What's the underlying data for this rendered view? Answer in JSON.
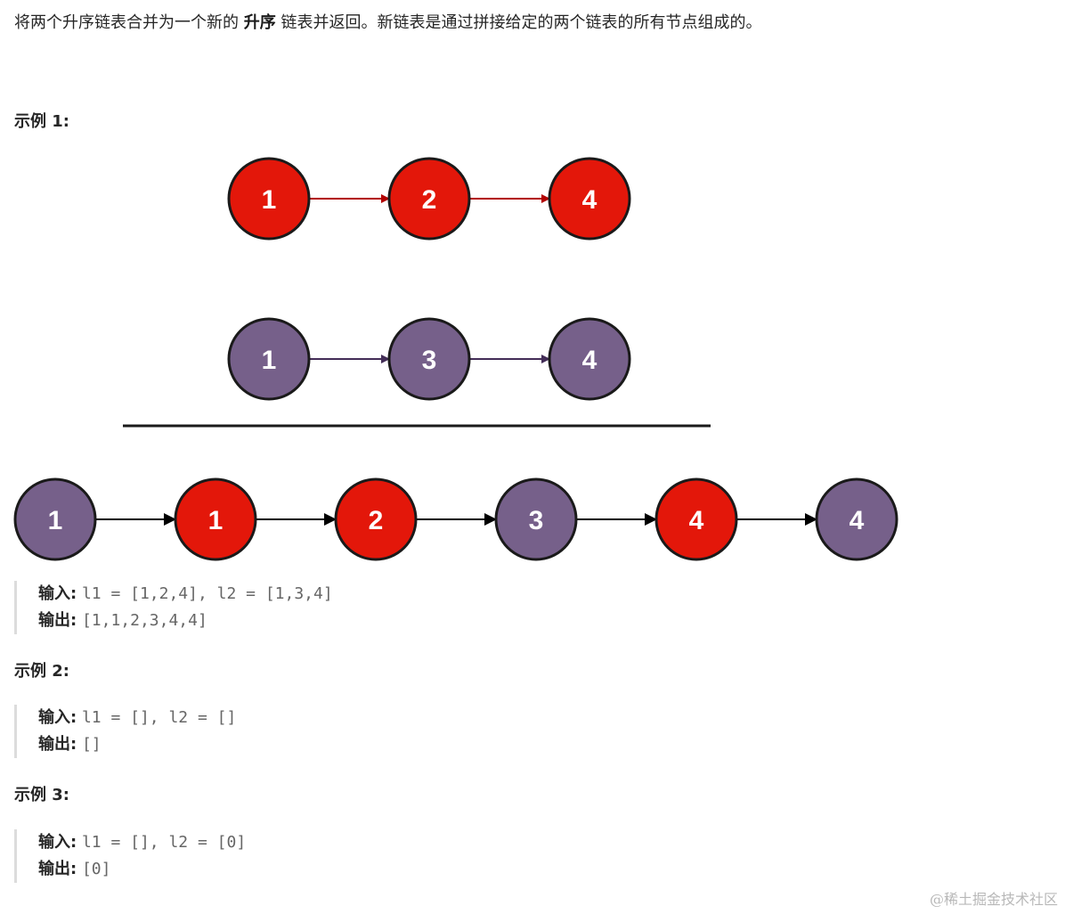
{
  "intro": {
    "text_before": "将两个升序链表合并为一个新的",
    "emphasis": "升序",
    "text_after": "链表并返回。新链表是通过拼接给定的两个链表的所有节点组成的。"
  },
  "examples": [
    {
      "title": "示例 1:",
      "input_label": "输入:",
      "input_value": "l1 = [1,2,4], l2 = [1,3,4]",
      "output_label": "输出:",
      "output_value": "[1,1,2,3,4,4]"
    },
    {
      "title": "示例 2:",
      "input_label": "输入:",
      "input_value": "l1 = [], l2 = []",
      "output_label": "输出:",
      "output_value": "[]"
    },
    {
      "title": "示例 3:",
      "input_label": "输入:",
      "input_value": "l1 = [], l2 = [0]",
      "output_label": "输出:",
      "output_value": "[0]"
    }
  ],
  "diagram": {
    "list1": [
      "1",
      "2",
      "4"
    ],
    "list2": [
      "1",
      "3",
      "4"
    ],
    "merged": [
      {
        "value": "1",
        "from": "list2"
      },
      {
        "value": "1",
        "from": "list1"
      },
      {
        "value": "2",
        "from": "list1"
      },
      {
        "value": "3",
        "from": "list2"
      },
      {
        "value": "4",
        "from": "list1"
      },
      {
        "value": "4",
        "from": "list2"
      }
    ],
    "colors": {
      "list1": "#e3170a",
      "list2": "#76608a",
      "list1_arrow": "#b20000",
      "list2_arrow": "#432d57",
      "merged_arrow": "#000000",
      "stroke": "#1a1a1a"
    }
  },
  "watermark": "@稀土掘金技术社区"
}
